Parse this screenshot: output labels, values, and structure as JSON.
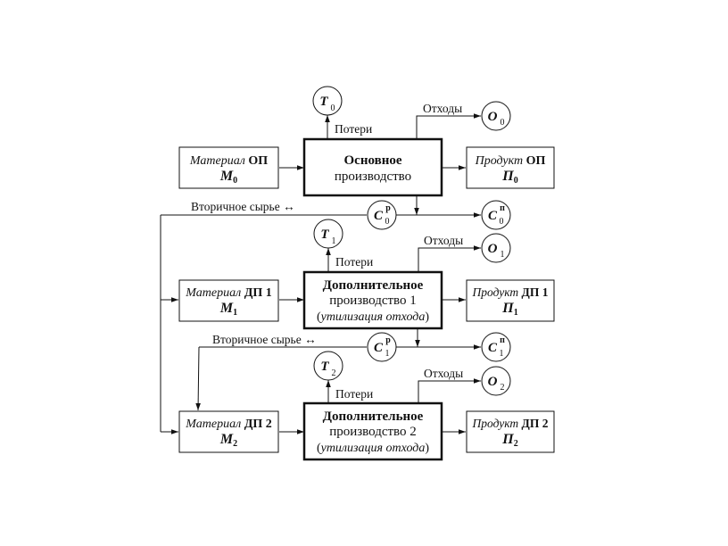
{
  "diagram": {
    "main_prod": {
      "line1": "Основное",
      "line2": "производство"
    },
    "add_prod1": {
      "line1": "Дополнительное",
      "line2": "производство 1",
      "line3_paren_open": "(",
      "line3": "утилизация отхода",
      "line3_paren_close": ")"
    },
    "add_prod2": {
      "line1": "Дополнительное",
      "line2": "производство 2",
      "line3_paren_open": "(",
      "line3": "утилизация отхода",
      "line3_paren_close": ")"
    },
    "material_op": {
      "italic": "Материал",
      "bold": "ОП",
      "sym": "M",
      "sub": "0"
    },
    "material_dp1": {
      "italic": "Материал",
      "bold": "ДП 1",
      "sym": "M",
      "sub": "1"
    },
    "material_dp2": {
      "italic": "Материал",
      "bold": "ДП 2",
      "sym": "M",
      "sub": "2"
    },
    "product_op": {
      "italic": "Продукт",
      "bold": "ОП",
      "sym": "П",
      "sub": "0"
    },
    "product_dp1": {
      "italic": "Продукт",
      "bold": "ДП 1",
      "sym": "П",
      "sub": "1"
    },
    "product_dp2": {
      "italic": "Продукт",
      "bold": "ДП 2",
      "sym": "П",
      "sub": "2"
    },
    "losses_label": "Потери",
    "waste_label": "Отходы",
    "secondary_raw_label": "Вторичное сырье ↔",
    "circles": {
      "T0": {
        "sym": "T",
        "sub": "0"
      },
      "T1": {
        "sym": "T",
        "sub": "1"
      },
      "T2": {
        "sym": "T",
        "sub": "2"
      },
      "O0": {
        "sym": "O",
        "sub": "0"
      },
      "O1": {
        "sym": "O",
        "sub": "1"
      },
      "O2": {
        "sym": "O",
        "sub": "2"
      },
      "C0p": {
        "sym": "C",
        "sub": "0",
        "sup": "р"
      },
      "C0n": {
        "sym": "C",
        "sub": "0",
        "sup": "п"
      },
      "C1p": {
        "sym": "C",
        "sub": "1",
        "sup": "р"
      },
      "C1n": {
        "sym": "C",
        "sub": "1",
        "sup": "п"
      }
    }
  }
}
